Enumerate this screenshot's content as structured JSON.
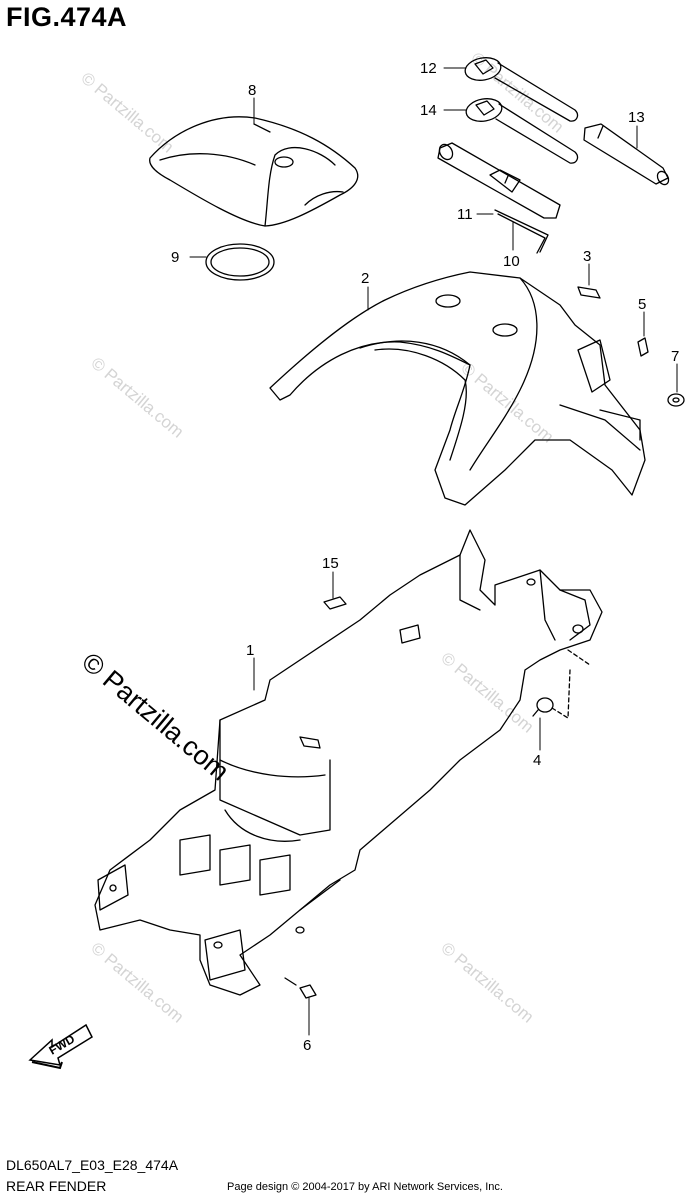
{
  "header": {
    "figure_title": "FIG.474A"
  },
  "footer": {
    "drawing_code": "DL650AL7_E03_E28_474A",
    "section_name": "REAR FENDER",
    "copyright": "Page design © 2004-2017 by ARI Network Services, Inc."
  },
  "watermark": {
    "text": "© Partzilla.com"
  },
  "fwd_label": "FWD",
  "callouts": [
    "1",
    "2",
    "3",
    "4",
    "5",
    "6",
    "7",
    "8",
    "9",
    "10",
    "11",
    "12",
    "13",
    "14",
    "15"
  ]
}
